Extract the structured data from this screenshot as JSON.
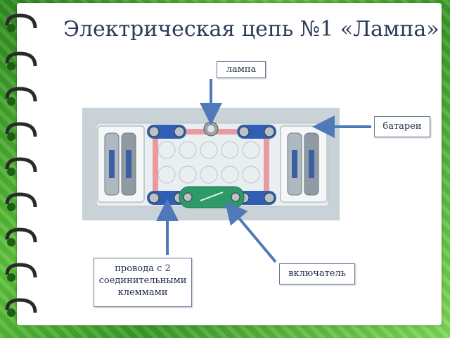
{
  "title": "Электрическая цепь №1  «Лампа»",
  "labels": {
    "lamp": "лампа",
    "batteries": "батареи",
    "wires_line1": "провода с 2",
    "wires_line2": "соединительными",
    "wires_line3": "клеммами",
    "switch": "включатель"
  },
  "colors": {
    "frame_green": "#3a9a26",
    "title_text": "#2b3a55",
    "arrow_blue": "#4f79b8",
    "connector_blue": "#2f5fb5",
    "board": "#dfe6ea"
  },
  "icons": [
    "spiral-ring-icon",
    "arrow-icon"
  ]
}
